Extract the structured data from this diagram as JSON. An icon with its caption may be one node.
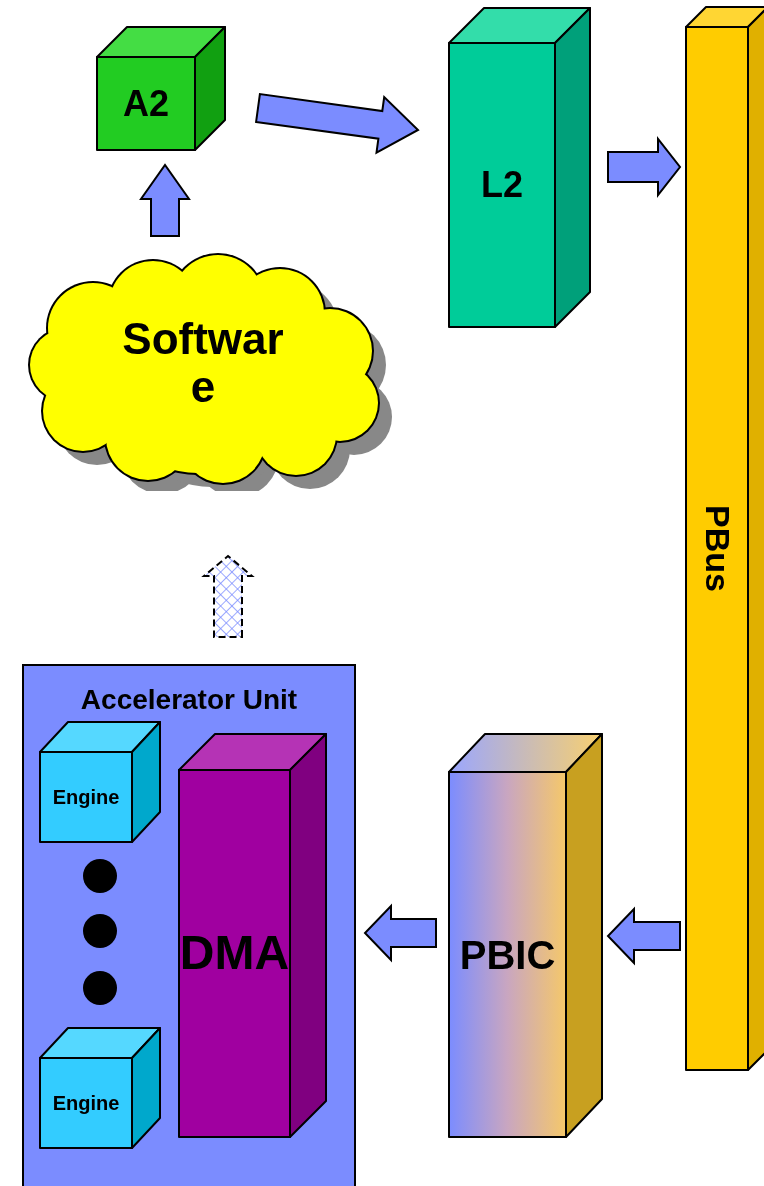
{
  "diagram": {
    "nodes": [
      {
        "text": [
          "A2"
        ]
      },
      {
        "text": [
          "L2"
        ]
      },
      {
        "text": [
          "PBus"
        ]
      },
      {
        "text": [
          "Software"
        ]
      },
      {
        "text": [
          "Accelerator Unit"
        ]
      },
      {
        "text": [
          "Engine"
        ],
        "in": 4
      },
      {
        "text": [
          "Engine"
        ],
        "in": 4
      },
      {
        "text": [
          "DMA"
        ],
        "in": 4
      },
      {
        "text": [
          "PBIC"
        ]
      }
    ],
    "edges": [
      {
        "from": 3,
        "to": 0,
        "arrow": "to"
      },
      {
        "from": 0,
        "to": 1,
        "arrow": "to"
      },
      {
        "from": 1,
        "to": 2,
        "arrow": "to"
      },
      {
        "from": 2,
        "to": 8,
        "arrow": "to"
      },
      {
        "from": 8,
        "to": 4,
        "arrow": "to"
      },
      {
        "from": 4,
        "to": 3,
        "arrow": "to",
        "style": "dashed"
      }
    ]
  }
}
